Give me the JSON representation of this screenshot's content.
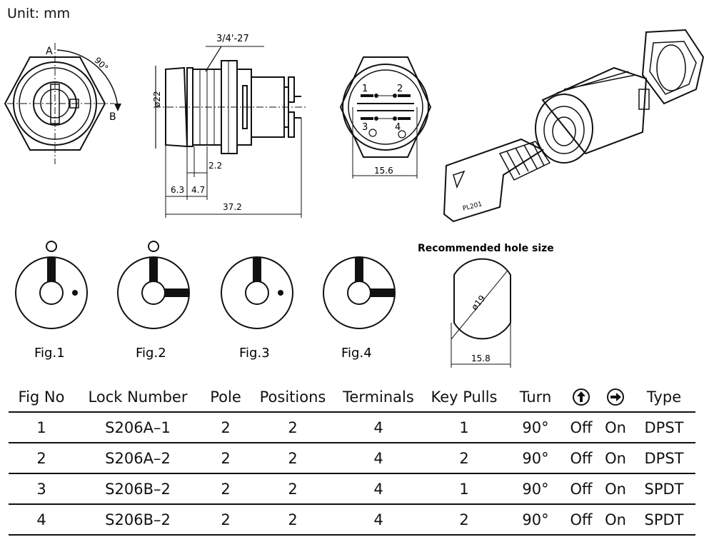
{
  "unit_label": "Unit:  mm",
  "dimensions": {
    "thread": "3/4'-27",
    "dia": "ø22",
    "d22": "2.2",
    "d63": "6.3",
    "d47": "4.7",
    "d372": "37.2",
    "d156": "15.6",
    "angle": "90°",
    "posA": "A",
    "posB": "B",
    "t1": "1",
    "t2": "2",
    "t3": "3",
    "t4": "4",
    "key_brand": "PL201"
  },
  "figures": [
    "Fig.1",
    "Fig.2",
    "Fig.3",
    "Fig.4"
  ],
  "hole": {
    "title": "Recommended hole size",
    "dia": "ø19",
    "width": "15.8"
  },
  "table": {
    "headers": {
      "fig_no": "Fig  No",
      "lock_number": "Lock  Number",
      "pole": "Pole",
      "positions": "Positions",
      "terminals": "Terminals",
      "key_pulls": "Key  Pulls",
      "turn": "Turn",
      "up_icon": "arrow-up-circle-icon",
      "right_icon": "arrow-right-circle-icon",
      "type": "Type"
    },
    "rows": [
      {
        "fig": "1",
        "lock": "S206A–1",
        "pole": "2",
        "positions": "2",
        "terminals": "4",
        "key_pulls": "1",
        "turn": "90°",
        "up": "Off",
        "right": "On",
        "type": "DPST"
      },
      {
        "fig": "2",
        "lock": "S206A–2",
        "pole": "2",
        "positions": "2",
        "terminals": "4",
        "key_pulls": "2",
        "turn": "90°",
        "up": "Off",
        "right": "On",
        "type": "DPST"
      },
      {
        "fig": "3",
        "lock": "S206B–2",
        "pole": "2",
        "positions": "2",
        "terminals": "4",
        "key_pulls": "1",
        "turn": "90°",
        "up": "Off",
        "right": "On",
        "type": "SPDT"
      },
      {
        "fig": "4",
        "lock": "S206B–2",
        "pole": "2",
        "positions": "2",
        "terminals": "4",
        "key_pulls": "2",
        "turn": "90°",
        "up": "Off",
        "right": "On",
        "type": "SPDT"
      }
    ]
  }
}
